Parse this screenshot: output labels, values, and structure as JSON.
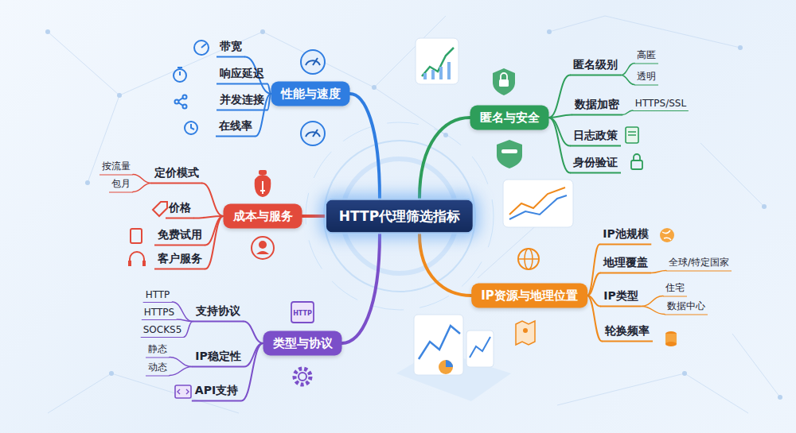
{
  "diagram": {
    "nodes": [
      {
        "text": [
          "HTTP代理筛选指标"
        ]
      },
      {
        "text": [
          "性能与速度"
        ]
      },
      {
        "text": [
          "带宽"
        ]
      },
      {
        "text": [
          "响应延迟"
        ]
      },
      {
        "text": [
          "并发连接"
        ]
      },
      {
        "text": [
          "在线率"
        ]
      },
      {
        "text": [
          "匿名与安全"
        ]
      },
      {
        "text": [
          "匿名级别"
        ]
      },
      {
        "text": [
          "高匿"
        ]
      },
      {
        "text": [
          "透明"
        ]
      },
      {
        "text": [
          "数据加密"
        ]
      },
      {
        "text": [
          "HTTPS/SSL"
        ]
      },
      {
        "text": [
          "日志政策"
        ]
      },
      {
        "text": [
          "身份验证"
        ]
      },
      {
        "text": [
          "成本与服务"
        ]
      },
      {
        "text": [
          "定价模式"
        ]
      },
      {
        "text": [
          "按流量"
        ]
      },
      {
        "text": [
          "包月"
        ]
      },
      {
        "text": [
          "价格"
        ]
      },
      {
        "text": [
          "免费试用"
        ]
      },
      {
        "text": [
          "客户服务"
        ]
      },
      {
        "text": [
          "IP资源与地理位置"
        ]
      },
      {
        "text": [
          "IP池规模"
        ]
      },
      {
        "text": [
          "地理覆盖"
        ]
      },
      {
        "text": [
          "全球/特定国家"
        ]
      },
      {
        "text": [
          "IP类型"
        ]
      },
      {
        "text": [
          "住宅"
        ]
      },
      {
        "text": [
          "数据中心"
        ]
      },
      {
        "text": [
          "轮换频率"
        ]
      },
      {
        "text": [
          "类型与协议"
        ]
      },
      {
        "text": [
          "支持协议"
        ]
      },
      {
        "text": [
          "HTTP"
        ]
      },
      {
        "text": [
          "HTTPS"
        ]
      },
      {
        "text": [
          "SOCKS5"
        ]
      },
      {
        "text": [
          "IP稳定性"
        ]
      },
      {
        "text": [
          "静态"
        ]
      },
      {
        "text": [
          "动态"
        ]
      },
      {
        "text": [
          "API支持"
        ]
      }
    ],
    "edges": [
      {
        "from": 0,
        "to": 1,
        "arrow": "none"
      },
      {
        "from": 1,
        "to": 2,
        "arrow": "none"
      },
      {
        "from": 1,
        "to": 3,
        "arrow": "none"
      },
      {
        "from": 1,
        "to": 4,
        "arrow": "none"
      },
      {
        "from": 1,
        "to": 5,
        "arrow": "none"
      },
      {
        "from": 0,
        "to": 6,
        "arrow": "none"
      },
      {
        "from": 6,
        "to": 7,
        "arrow": "none"
      },
      {
        "from": 7,
        "to": 8,
        "arrow": "none"
      },
      {
        "from": 7,
        "to": 9,
        "arrow": "none"
      },
      {
        "from": 6,
        "to": 10,
        "arrow": "none"
      },
      {
        "from": 10,
        "to": 11,
        "arrow": "none"
      },
      {
        "from": 6,
        "to": 12,
        "arrow": "none"
      },
      {
        "from": 6,
        "to": 13,
        "arrow": "none"
      },
      {
        "from": 0,
        "to": 14,
        "arrow": "none"
      },
      {
        "from": 14,
        "to": 15,
        "arrow": "none"
      },
      {
        "from": 15,
        "to": 16,
        "arrow": "none"
      },
      {
        "from": 15,
        "to": 17,
        "arrow": "none"
      },
      {
        "from": 14,
        "to": 18,
        "arrow": "none"
      },
      {
        "from": 14,
        "to": 19,
        "arrow": "none"
      },
      {
        "from": 14,
        "to": 20,
        "arrow": "none"
      },
      {
        "from": 0,
        "to": 21,
        "arrow": "none"
      },
      {
        "from": 21,
        "to": 22,
        "arrow": "none"
      },
      {
        "from": 21,
        "to": 23,
        "arrow": "none"
      },
      {
        "from": 23,
        "to": 24,
        "arrow": "none"
      },
      {
        "from": 21,
        "to": 25,
        "arrow": "none"
      },
      {
        "from": 25,
        "to": 26,
        "arrow": "none"
      },
      {
        "from": 25,
        "to": 27,
        "arrow": "none"
      },
      {
        "from": 21,
        "to": 28,
        "arrow": "none"
      },
      {
        "from": 0,
        "to": 29,
        "arrow": "none"
      },
      {
        "from": 29,
        "to": 30,
        "arrow": "none"
      },
      {
        "from": 30,
        "to": 31,
        "arrow": "none"
      },
      {
        "from": 30,
        "to": 32,
        "arrow": "none"
      },
      {
        "from": 30,
        "to": 33,
        "arrow": "none"
      },
      {
        "from": 29,
        "to": 34,
        "arrow": "none"
      },
      {
        "from": 34,
        "to": 35,
        "arrow": "none"
      },
      {
        "from": 34,
        "to": 36,
        "arrow": "none"
      },
      {
        "from": 29,
        "to": 37,
        "arrow": "none"
      }
    ],
    "labels": [
      "HTTP"
    ]
  }
}
